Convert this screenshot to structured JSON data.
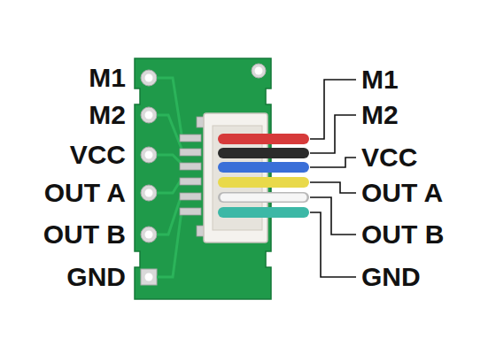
{
  "diagram": {
    "labels": [
      "M1",
      "M2",
      "VCC",
      "OUT A",
      "OUT B",
      "GND",
      "M1",
      "M2",
      "VCC",
      "OUT A",
      "OUT B",
      "GND"
    ]
  }
}
